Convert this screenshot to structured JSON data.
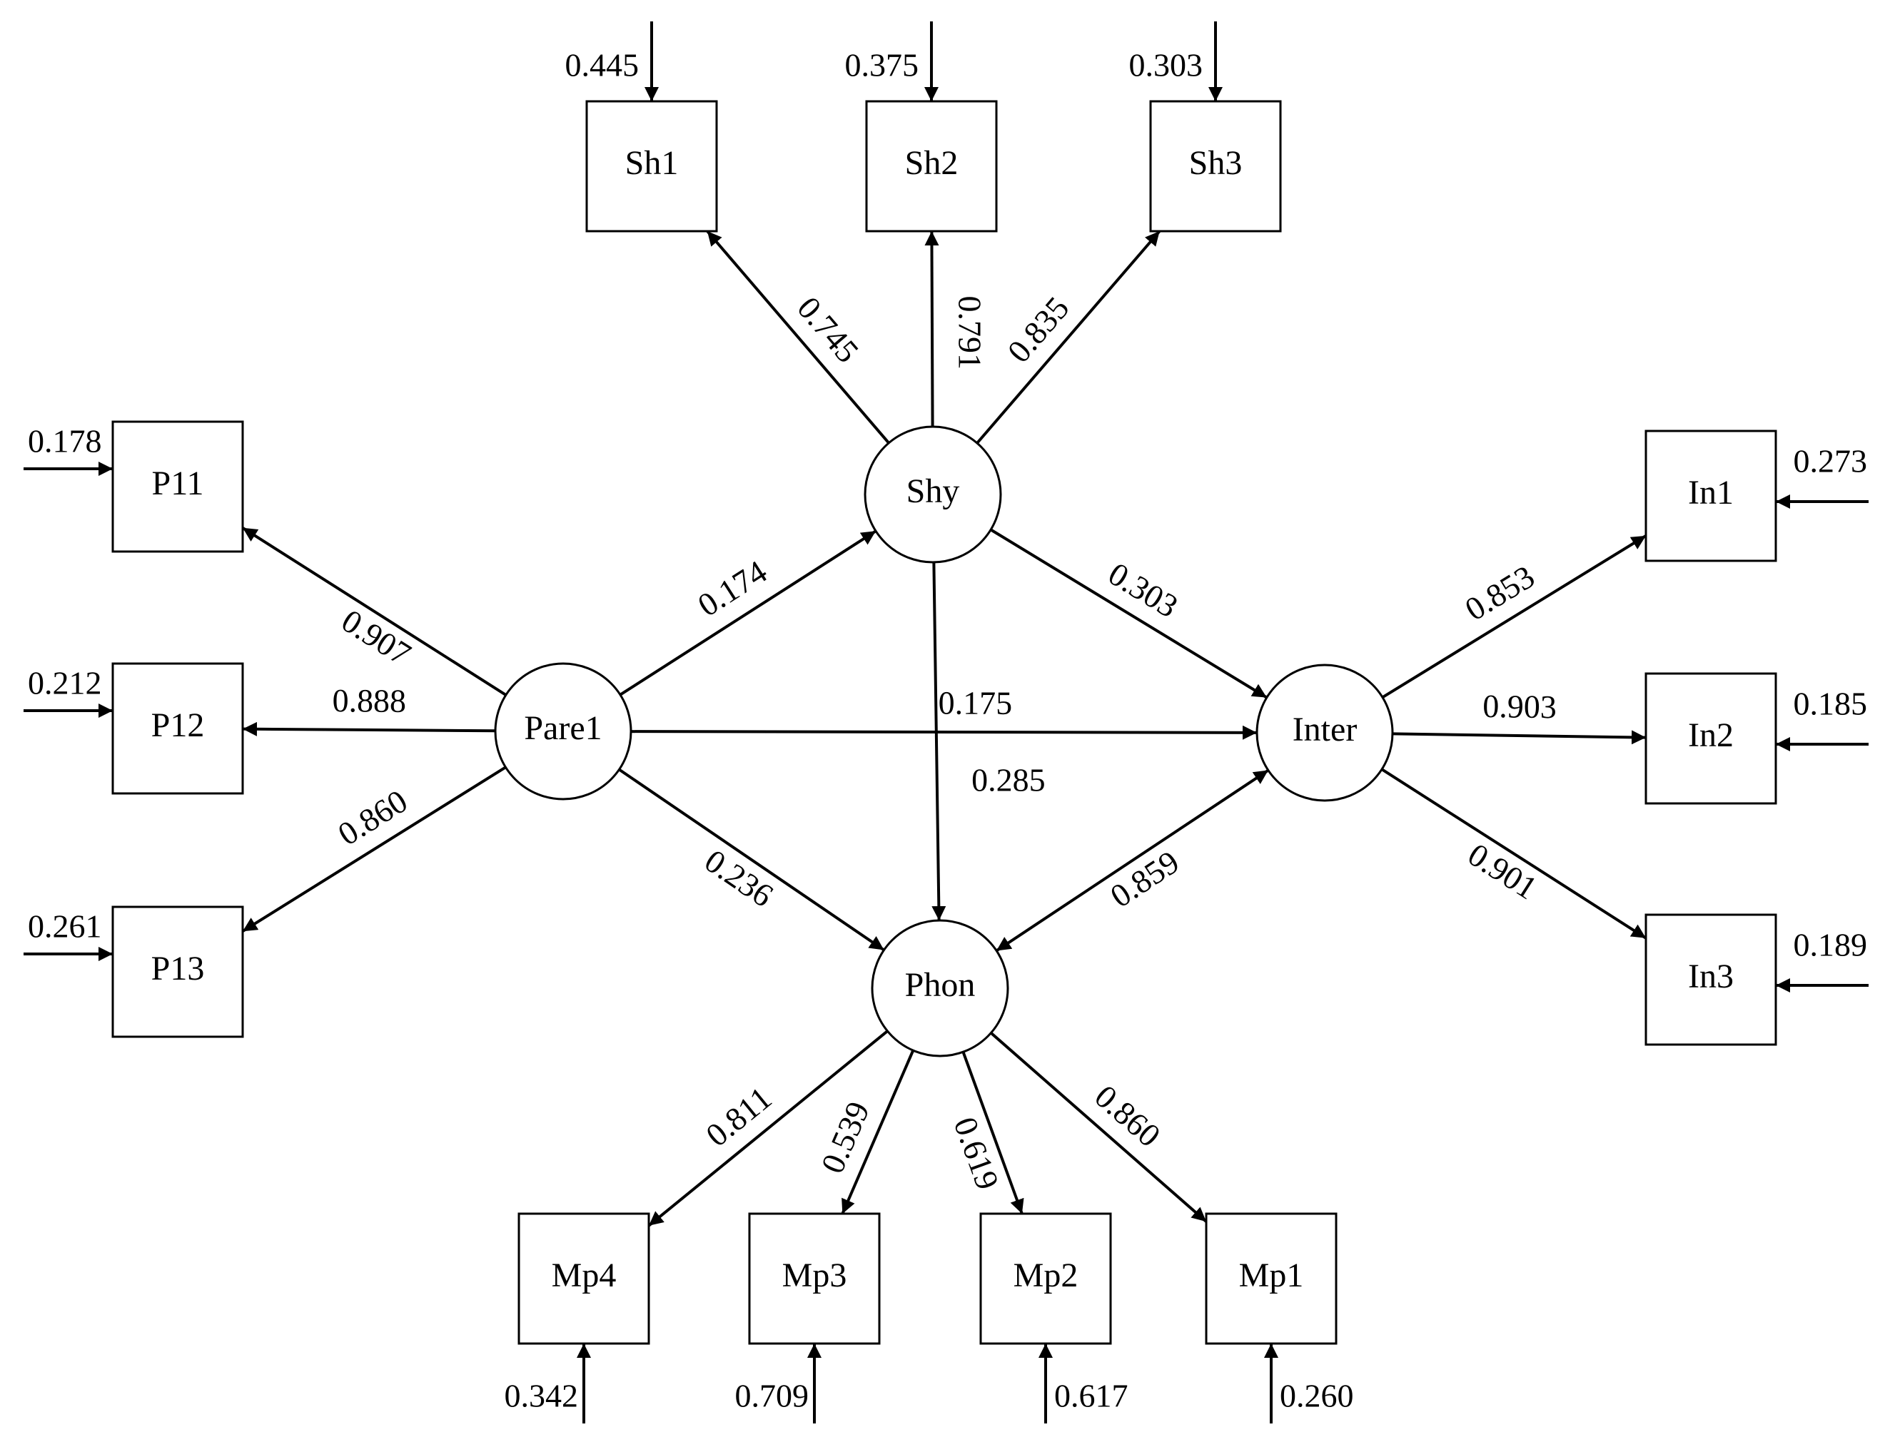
{
  "latent": [
    {
      "id": "Pare1",
      "label": "Pare1"
    },
    {
      "id": "Shy",
      "label": "Shy"
    },
    {
      "id": "Inter",
      "label": "Inter"
    },
    {
      "id": "Phon",
      "label": "Phon"
    }
  ],
  "indicators": [
    {
      "id": "Sh1",
      "label": "Sh1",
      "error": "0.445"
    },
    {
      "id": "Sh2",
      "label": "Sh2",
      "error": "0.375"
    },
    {
      "id": "Sh3",
      "label": "Sh3",
      "error": "0.303"
    },
    {
      "id": "P11",
      "label": "P11",
      "error": "0.178"
    },
    {
      "id": "P12",
      "label": "P12",
      "error": "0.212"
    },
    {
      "id": "P13",
      "label": "P13",
      "error": "0.261"
    },
    {
      "id": "In1",
      "label": "In1",
      "error": "0.273"
    },
    {
      "id": "In2",
      "label": "In2",
      "error": "0.185"
    },
    {
      "id": "In3",
      "label": "In3",
      "error": "0.189"
    },
    {
      "id": "Mp4",
      "label": "Mp4",
      "error": "0.342"
    },
    {
      "id": "Mp3",
      "label": "Mp3",
      "error": "0.709"
    },
    {
      "id": "Mp2",
      "label": "Mp2",
      "error": "0.617"
    },
    {
      "id": "Mp1",
      "label": "Mp1",
      "error": "0.260"
    }
  ],
  "paths": [
    {
      "from": "Shy",
      "to": "Sh1",
      "coef": "0.745"
    },
    {
      "from": "Shy",
      "to": "Sh2",
      "coef": "0.791"
    },
    {
      "from": "Shy",
      "to": "Sh3",
      "coef": "0.835"
    },
    {
      "from": "Pare1",
      "to": "P11",
      "coef": "0.907"
    },
    {
      "from": "Pare1",
      "to": "P12",
      "coef": "0.888"
    },
    {
      "from": "Pare1",
      "to": "P13",
      "coef": "0.860"
    },
    {
      "from": "Pare1",
      "to": "Shy",
      "coef": "0.174"
    },
    {
      "from": "Pare1",
      "to": "Inter",
      "coef": "0.175"
    },
    {
      "from": "Pare1",
      "to": "Phon",
      "coef": "0.236"
    },
    {
      "from": "Shy",
      "to": "Inter",
      "coef": "0.303"
    },
    {
      "from": "Shy",
      "to": "Phon",
      "coef": "0.285"
    },
    {
      "from": "Inter",
      "to": "Phon",
      "coef": "0.859",
      "bidirectional": true
    },
    {
      "from": "Inter",
      "to": "In1",
      "coef": "0.853"
    },
    {
      "from": "Inter",
      "to": "In2",
      "coef": "0.903"
    },
    {
      "from": "Inter",
      "to": "In3",
      "coef": "0.901"
    },
    {
      "from": "Phon",
      "to": "Mp4",
      "coef": "0.811"
    },
    {
      "from": "Phon",
      "to": "Mp3",
      "coef": "0.539"
    },
    {
      "from": "Phon",
      "to": "Mp2",
      "coef": "0.619"
    },
    {
      "from": "Phon",
      "to": "Mp1",
      "coef": "0.860"
    }
  ]
}
